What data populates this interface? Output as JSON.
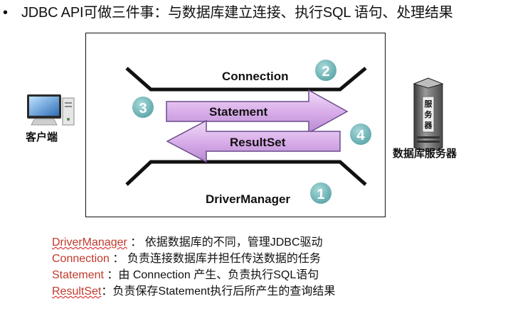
{
  "header": {
    "bullet": "•",
    "text": "JDBC API可做三件事：与数据库建立连接、执行SQL 语句、处理结果"
  },
  "diagram": {
    "connection_label": "Connection",
    "statement_label": "Statement",
    "resultset_label": "ResultSet",
    "drivermanager_label": "DriverManager",
    "step_badges": [
      "1",
      "2",
      "3",
      "4"
    ],
    "client_label": "客户端",
    "server_label": "数据库服务器",
    "server_box_text": [
      "服",
      "务",
      "器"
    ],
    "colors": {
      "badge": "#6fb4b6",
      "arrow_fill": "#d5a6e8",
      "arrow_stroke": "#6a4d8c",
      "frame": "#111111"
    }
  },
  "descriptions": [
    {
      "term": "DriverManager",
      "sep": " ：",
      "text": "依据数据库的不同，管理JDBC驱动"
    },
    {
      "term": "Connection",
      "sep": " ：",
      "text": "负责连接数据库并担任传送数据的任务"
    },
    {
      "term": "Statement",
      "sep": "  ：",
      "text": "由 Connection 产生、负责执行SQL语句"
    },
    {
      "term": "ResultSet",
      "sep": "：",
      "text": "负责保存Statement执行后所产生的查询结果"
    }
  ]
}
